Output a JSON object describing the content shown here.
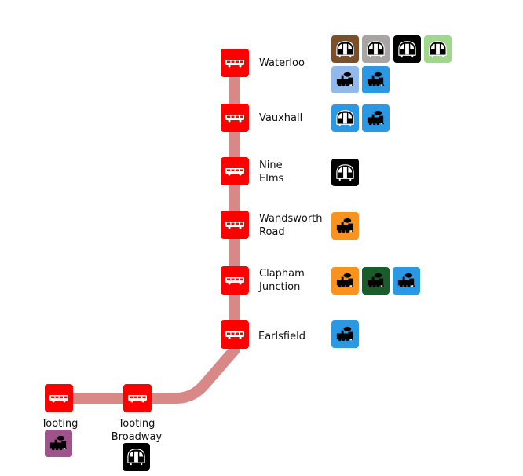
{
  "map": {
    "route_color": "#d98888",
    "stop_color": "#ff0000",
    "stops": [
      {
        "id": "waterloo",
        "name": "Waterloo",
        "icon": "bus-icon"
      },
      {
        "id": "vauxhall",
        "name": "Vauxhall",
        "icon": "bus-icon"
      },
      {
        "id": "nine-elms",
        "name": "Nine\nElms",
        "icon": "bus-icon"
      },
      {
        "id": "wandsworth-road",
        "name": "Wandsworth\nRoad",
        "icon": "bus-icon"
      },
      {
        "id": "clapham-junction",
        "name": "Clapham\nJunction",
        "icon": "bus-icon"
      },
      {
        "id": "earlsfield",
        "name": "Earlsfield",
        "icon": "bus-icon"
      },
      {
        "id": "tooting-broadway",
        "name": "Tooting\nBroadway",
        "icon": "bus-icon"
      },
      {
        "id": "tooting",
        "name": "Tooting",
        "icon": "bus-icon"
      }
    ],
    "interchanges": {
      "waterloo": [
        {
          "type": "underground-train-icon",
          "color": "#7a4f2a"
        },
        {
          "type": "underground-train-icon",
          "color": "#a8a4a4"
        },
        {
          "type": "underground-train-icon",
          "color": "#000000"
        },
        {
          "type": "underground-train-icon",
          "color": "#9fd88a"
        },
        {
          "type": "steam-train-icon",
          "color": "#92b9ec"
        },
        {
          "type": "steam-train-icon",
          "color": "#2a98e3"
        }
      ],
      "vauxhall": [
        {
          "type": "underground-train-icon",
          "color": "#2a98e3"
        },
        {
          "type": "steam-train-icon",
          "color": "#2a98e3"
        }
      ],
      "nine-elms": [
        {
          "type": "underground-train-icon",
          "color": "#000000"
        }
      ],
      "wandsworth-road": [
        {
          "type": "steam-train-icon",
          "color": "#f7931e"
        }
      ],
      "clapham-junction": [
        {
          "type": "steam-train-icon",
          "color": "#f7931e"
        },
        {
          "type": "steam-train-icon",
          "color": "#1a5c2a"
        },
        {
          "type": "steam-train-icon",
          "color": "#2a98e3"
        }
      ],
      "earlsfield": [
        {
          "type": "steam-train-icon",
          "color": "#2a98e3"
        }
      ],
      "tooting-broadway": [
        {
          "type": "underground-train-icon",
          "color": "#000000"
        }
      ],
      "tooting": [
        {
          "type": "steam-train-icon",
          "color": "#a0528a"
        }
      ]
    }
  }
}
